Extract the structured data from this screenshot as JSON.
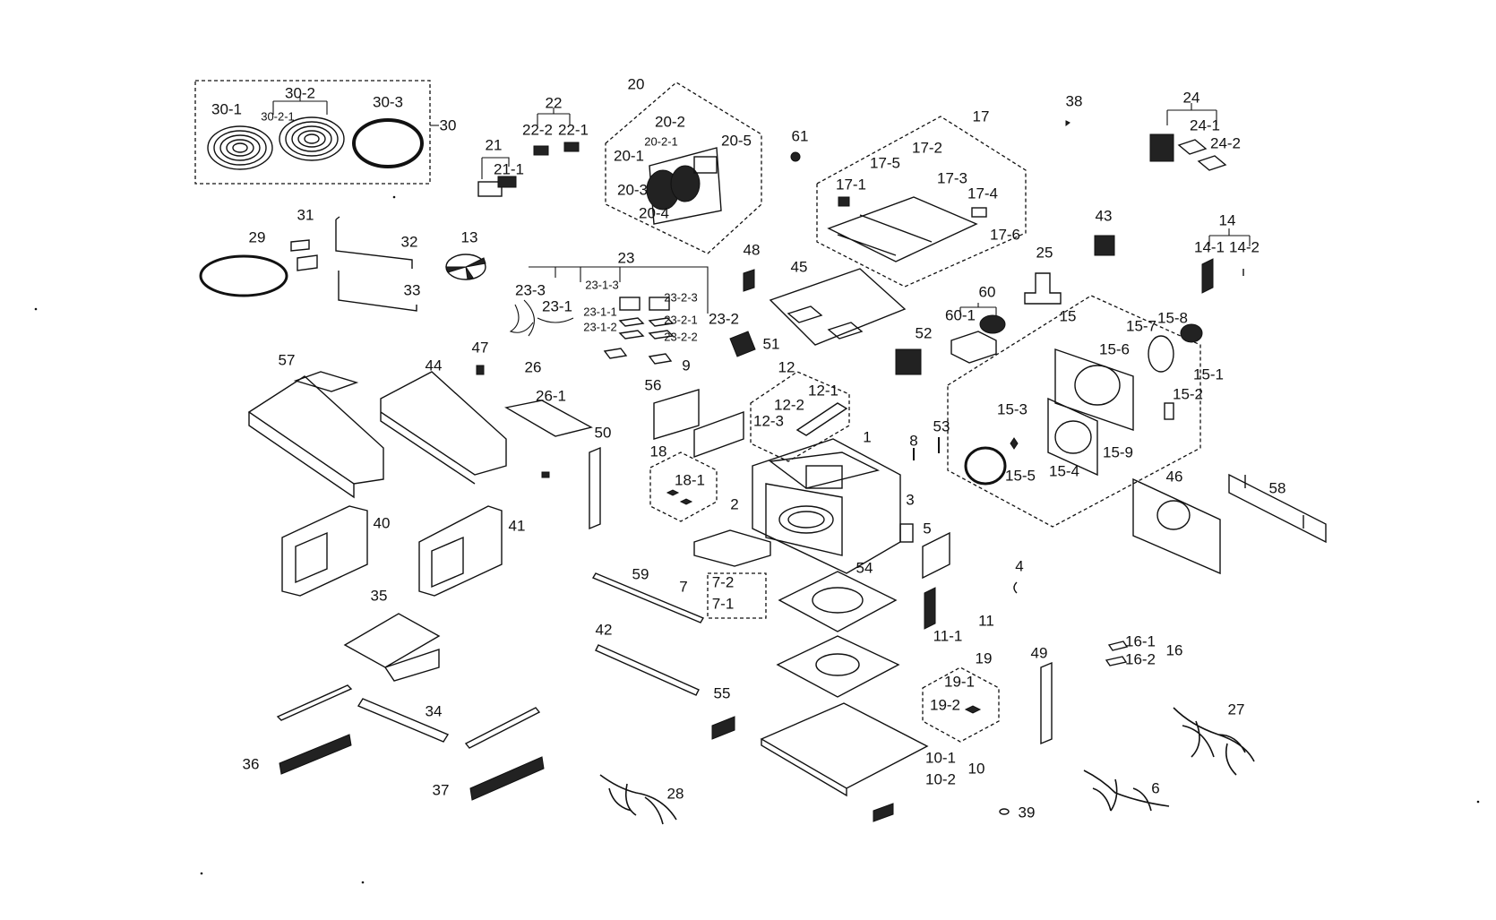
{
  "callouts": {
    "c30": "30",
    "c30_1": "30-1",
    "c30_2": "30-2",
    "c30_2_1": "30-2-1",
    "c30_3": "30-3",
    "c21": "21",
    "c21_1": "21-1",
    "c22": "22",
    "c22_1": "22-1",
    "c22_2": "22-2",
    "c20": "20",
    "c20_1": "20-1",
    "c20_2": "20-2",
    "c20_2_1": "20-2-1",
    "c20_3": "20-3",
    "c20_4": "20-4",
    "c20_5": "20-5",
    "c61": "61",
    "c17": "17",
    "c17_1": "17-1",
    "c17_2": "17-2",
    "c17_3": "17-3",
    "c17_4": "17-4",
    "c17_5": "17-5",
    "c17_6": "17-6",
    "c38": "38",
    "c24": "24",
    "c24_1": "24-1",
    "c24_2": "24-2",
    "c31": "31",
    "c32": "32",
    "c33": "33",
    "c29": "29",
    "c13": "13",
    "c23": "23",
    "c23_1": "23-1",
    "c23_1_1": "23-1-1",
    "c23_1_2": "23-1-2",
    "c23_1_3": "23-1-3",
    "c23_2": "23-2",
    "c23_2_1": "23-2-1",
    "c23_2_2": "23-2-2",
    "c23_2_3": "23-2-3",
    "c23_3": "23-3",
    "c9": "9",
    "c48": "48",
    "c45": "45",
    "c51": "51",
    "c43": "43",
    "c25": "25",
    "c14": "14",
    "c14_1": "14-1",
    "c14_2": "14-2",
    "c60": "60",
    "c60_1": "60-1",
    "c52": "52",
    "c15": "15",
    "c15_1": "15-1",
    "c15_2": "15-2",
    "c15_3": "15-3",
    "c15_4": "15-4",
    "c15_5": "15-5",
    "c15_6": "15-6",
    "c15_7": "15-7",
    "c15_8": "15-8",
    "c15_9": "15-9",
    "c57": "57",
    "c44": "44",
    "c47": "47",
    "c26": "26",
    "c26_1": "26-1",
    "c56": "56",
    "c12": "12",
    "c12_1": "12-1",
    "c12_2": "12-2",
    "c12_3": "12-3",
    "c1": "1",
    "c8": "8",
    "c53": "53",
    "c50": "50",
    "c18": "18",
    "c18_1": "18-1",
    "c40": "40",
    "c41": "41",
    "c2": "2",
    "c3": "3",
    "c5": "5",
    "c46": "46",
    "c58": "58",
    "c4": "4",
    "c59": "59",
    "c7": "7",
    "c7_1": "7-1",
    "c7_2": "7-2",
    "c54": "54",
    "c11": "11",
    "c11_1": "11-1",
    "c35": "35",
    "c42": "42",
    "c19": "19",
    "c19_1": "19-1",
    "c19_2": "19-2",
    "c49": "49",
    "c16": "16",
    "c16_1": "16-1",
    "c16_2": "16-2",
    "c34": "34",
    "c55": "55",
    "c27": "27",
    "c36": "36",
    "c37": "37",
    "c10": "10",
    "c10_1": "10-1",
    "c10_2": "10-2",
    "c28": "28",
    "c6": "6",
    "c39": "39"
  }
}
